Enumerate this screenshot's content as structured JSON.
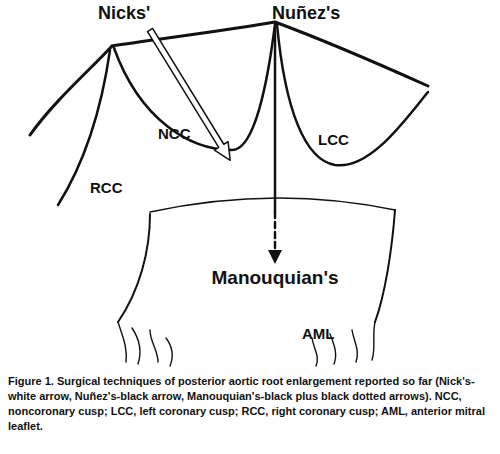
{
  "diagram": {
    "caption": "Figure 1. Surgical techniques of posterior aortic root enlargement reported so far (Nick's-white arrow, Nuñez's-black arrow, Manouquian's-black plus black dotted arrows). NCC, noncoronary cusp; LCC, left coronary cusp; RCC, right coronary cusp; AML, anterior mitral leaflet.",
    "labels": [
      "Nicks'",
      "Nuñez's",
      "NCC",
      "LCC",
      "RCC",
      "Manouquian's",
      "AML"
    ]
  }
}
